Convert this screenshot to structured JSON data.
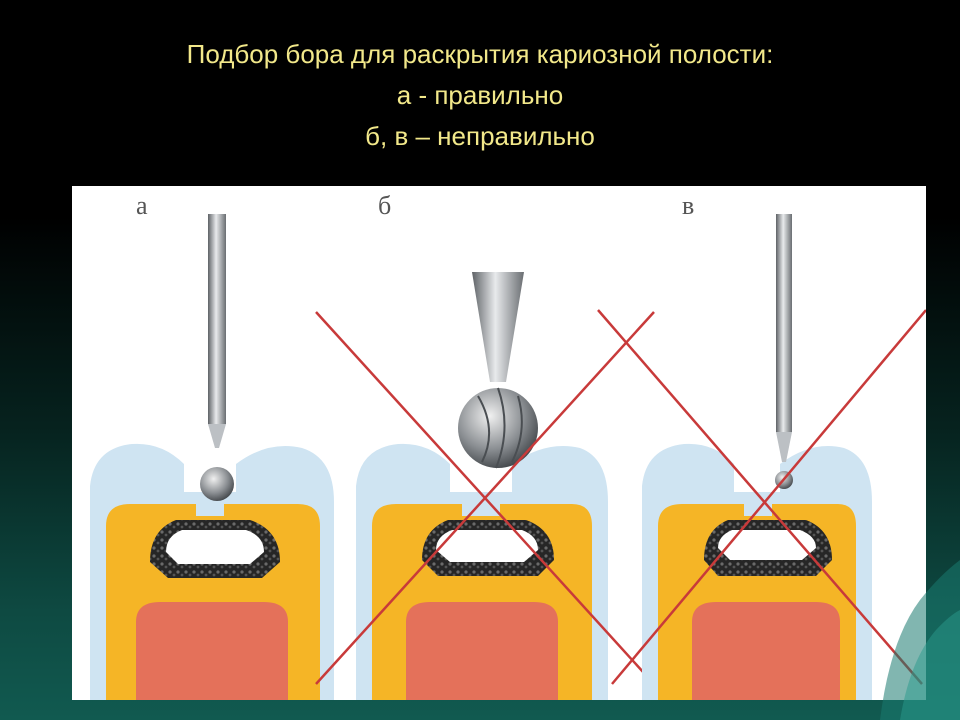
{
  "slide": {
    "title_lines": [
      "Подбор бора для раскрытия кариозной полости:",
      "а - правильно",
      "б, в – неправильно"
    ]
  },
  "figure": {
    "panels": [
      {
        "label": "а",
        "bur": "small-round-bur",
        "status": "correct"
      },
      {
        "label": "б",
        "bur": "large-round-bur",
        "status": "incorrect"
      },
      {
        "label": "в",
        "bur": "tiny-round-bur",
        "status": "incorrect"
      }
    ],
    "colors": {
      "enamel": "#cfe4f2",
      "dentin": "#f5b526",
      "pulp": "#e4715a",
      "caries": "#2a2a2a",
      "cross": "#c83a3a",
      "bur_metal": "#9a9ea3",
      "title_text": "#f2e88a"
    }
  }
}
